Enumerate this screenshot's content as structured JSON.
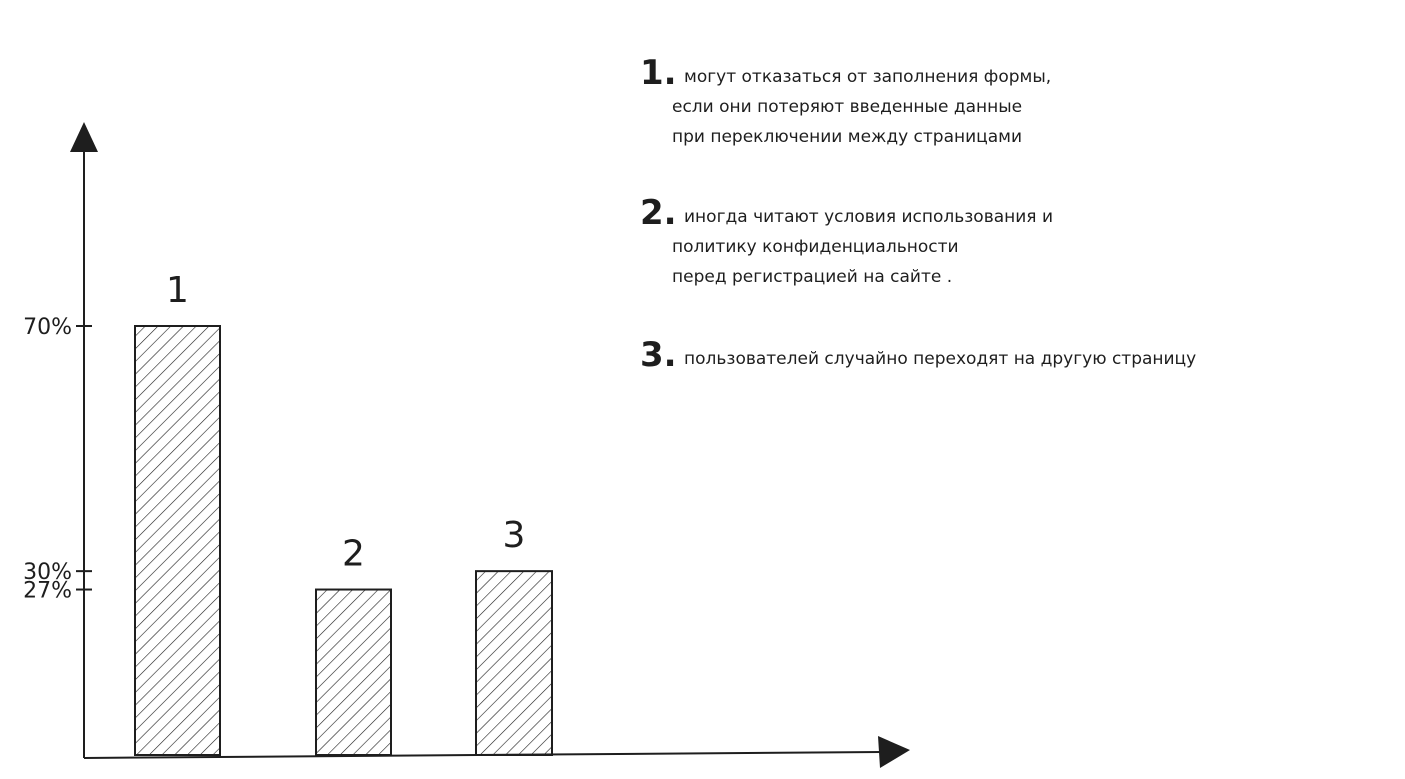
{
  "chart_data": {
    "type": "bar",
    "categories": [
      "1",
      "2",
      "3"
    ],
    "values": [
      70,
      27,
      30
    ],
    "value_unit": "%",
    "yticks": [
      "70%",
      "30%",
      "27%"
    ],
    "ylim": [
      0,
      100
    ],
    "bar_style": "hatched",
    "grid": false,
    "legend_position": "right",
    "legend": [
      {
        "number": "1.",
        "lines": [
          "могут отказаться от заполнения формы,",
          "если они потеряют введенные данные",
          "при переключении между страницами"
        ]
      },
      {
        "number": "2.",
        "lines": [
          "иногда читают условия использования и",
          "политику конфиденциальности",
          "перед регистрацией на сайте ."
        ]
      },
      {
        "number": "3.",
        "lines": [
          "пользователей случайно переходят на другую страницу"
        ]
      }
    ],
    "colors": {
      "ink": "#1e1e1e",
      "background": "#ffffff"
    }
  }
}
